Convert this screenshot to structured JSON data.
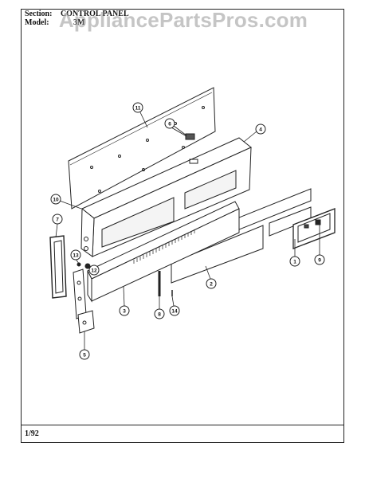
{
  "header": {
    "section_label": "Section:",
    "section_value": "CONTROL PANEL",
    "model_label": "Model:",
    "model_value": "3M"
  },
  "watermark": "AppliancePartsPros.com",
  "footer": {
    "date": "1/92"
  },
  "callouts": {
    "c11": "11",
    "c6": "6",
    "c4": "4",
    "c10": "10",
    "c7": "7",
    "c13": "13",
    "c12": "12",
    "c1": "1",
    "c9": "9",
    "c2": "2",
    "c3": "3",
    "c8": "8",
    "c14": "14",
    "c5": "5"
  }
}
